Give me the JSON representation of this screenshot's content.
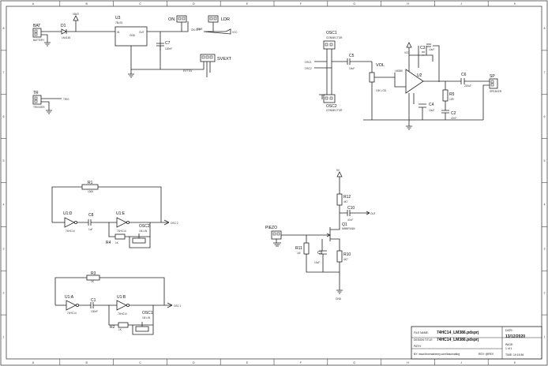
{
  "grid": {
    "cols": [
      "A",
      "B",
      "C",
      "D",
      "E",
      "F",
      "G",
      "H",
      "J",
      "K"
    ],
    "rows": [
      "8",
      "7",
      "6",
      "5",
      "4",
      "3",
      "2",
      "1"
    ]
  },
  "parts": {
    "bat": {
      "ref": "BAT",
      "val": "BATTERY"
    },
    "d1": {
      "ref": "D1",
      "val": "1N4148"
    },
    "vbat": {
      "val": "VBAT"
    },
    "u3": {
      "ref": "U3",
      "val": "78L05",
      "pin_in": "IN",
      "pin_out": "OUT"
    },
    "c7": {
      "ref": "C7",
      "val": "100nF"
    },
    "on": {
      "ref": "ON"
    },
    "ldr": {
      "ref": "LDR"
    },
    "net_onoff": {
      "val": "ON OFF"
    },
    "net_pwr": {
      "val": "PWR"
    },
    "net_vcc": {
      "val": "VCC"
    },
    "svext": {
      "ref": "SVEXT"
    },
    "net_extsv": {
      "val": "EXT SV"
    },
    "tr": {
      "ref": "TR",
      "val": "TRIGGER",
      "net": "TRIG"
    },
    "osc1_conn": {
      "ref": "OSC1",
      "val": "CONNECTOR"
    },
    "osc2_conn": {
      "ref": "OSC2",
      "val": "CONNECTOR"
    },
    "net_osc1": {
      "val": "OSC1"
    },
    "net_osc2": {
      "val": "OSC2"
    },
    "c5": {
      "ref": "C5",
      "val": "10uF"
    },
    "vol": {
      "ref": "VOL",
      "val": "10K LOG"
    },
    "c3": {
      "ref": "C3",
      "val": "10uF"
    },
    "u2": {
      "ref": "U2",
      "val": "LM386",
      "vcc": "VCC"
    },
    "c6": {
      "ref": "C6",
      "val": "220uF"
    },
    "sp": {
      "ref": "SP",
      "val": "SPEAKER"
    },
    "r5": {
      "ref": "R5",
      "val": "10R"
    },
    "c4": {
      "ref": "C4",
      "val": "10uF"
    },
    "c2": {
      "ref": "C2",
      "val": "47nF"
    },
    "r1": {
      "ref": "R1",
      "val": "100K"
    },
    "u1d": {
      "ref": "U1:D",
      "val": "74HC14"
    },
    "c8": {
      "ref": "C8",
      "val": "1uF"
    },
    "u1e": {
      "ref": "U1:E",
      "val": "74HC14"
    },
    "osc2_pot": {
      "ref": "OSC2",
      "val": "1M LIN"
    },
    "r4": {
      "ref": "R4",
      "val": "1K"
    },
    "net_osc2_out": {
      "val": "OSC 2"
    },
    "r3": {
      "ref": "R3",
      "val": "1K"
    },
    "u1a": {
      "ref": "U1:A",
      "val": "74HC14"
    },
    "c1": {
      "ref": "C1",
      "val": "100nF"
    },
    "u1b": {
      "ref": "U1:B",
      "val": "74HC14"
    },
    "osc1_pot": {
      "ref": "OSC1",
      "val": "1M LIN"
    },
    "r2": {
      "ref": "R2",
      "val": "1K"
    },
    "net_osc1_out": {
      "val": "OSC 1"
    },
    "piezo": {
      "ref": "PIEZO"
    },
    "r11": {
      "ref": "R11",
      "val": "1M"
    },
    "r12": {
      "ref": "R12",
      "val": "4K7"
    },
    "c10": {
      "ref": "C10",
      "val": "47nF"
    },
    "q1": {
      "ref": "Q1",
      "val": "MMBF5484"
    },
    "c9": {
      "ref": "C9",
      "val": "10uF"
    },
    "r10": {
      "ref": "R10",
      "val": "4K7"
    },
    "net_9v": {
      "val": "9V"
    },
    "net_gnd": {
      "val": "GND"
    },
    "net_out": {
      "val": "OUT"
    }
  },
  "title_block": {
    "file_name_label": "FILE NAME:",
    "file_name": "74HC14_LM386.pdsprj",
    "design_title_label": "DESIGN TITLE:",
    "design_title": "74HC14_LM386.pdsprj",
    "path_label": "PATH:",
    "by": "BY:  www.thomashenry.com/fascinating",
    "rev": "REV: @REV",
    "date_label": "DATE:",
    "date": "13/12/2020",
    "page_label": "PAGE:",
    "page": "1   of   1",
    "time": "TIME:    10:15:36"
  }
}
